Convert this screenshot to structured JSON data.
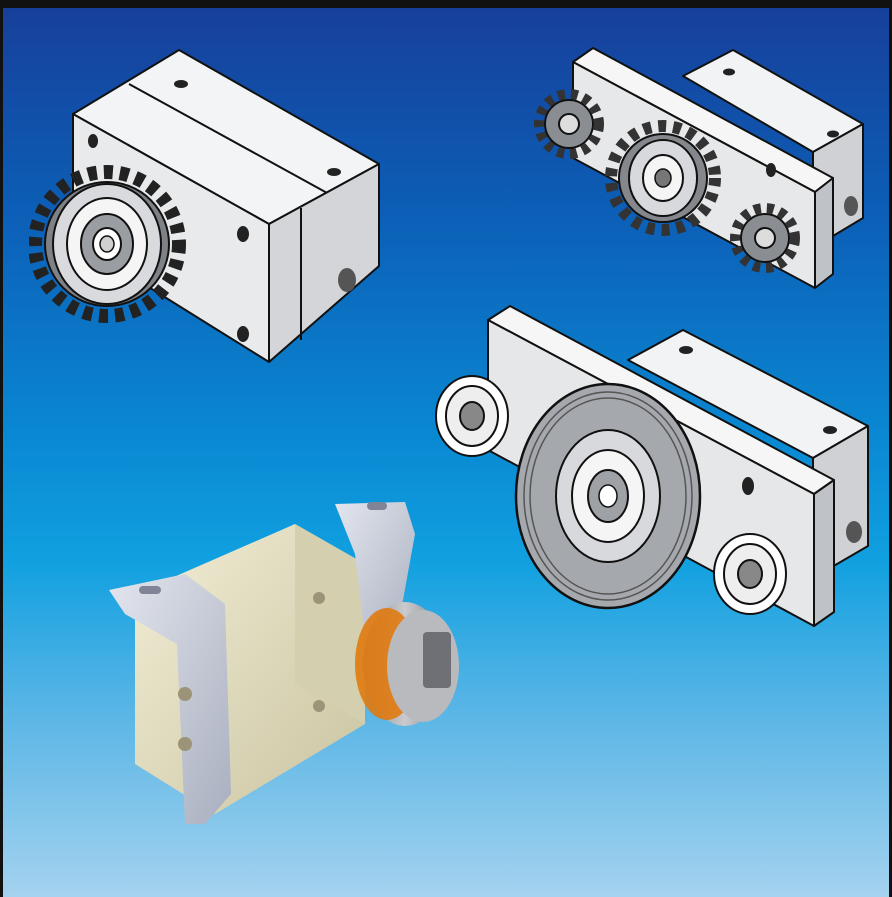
{
  "figure": {
    "type": "product-illustration",
    "items": [
      {
        "name": "sprocket-tensioner",
        "icon": "sprocket-icon",
        "style": "line-art"
      },
      {
        "name": "triple-sprocket-tensioner",
        "icon": "sprocket-icon",
        "style": "line-art"
      },
      {
        "name": "pulley-tensioner",
        "icon": "pulley-icon",
        "style": "line-art"
      },
      {
        "name": "bracket-mounted-tensioner",
        "icon": "bracket-icon",
        "style": "rendered"
      }
    ]
  },
  "colors": {
    "background_top": "#17409b",
    "background_mid": "#0a88d2",
    "background_bottom": "#a4d2ef",
    "housing": "#e7e8ea",
    "bracket": "#c8ccd8",
    "body_cream": "#e7e2c4",
    "accent_orange": "#e07a10",
    "outline": "#111111"
  }
}
